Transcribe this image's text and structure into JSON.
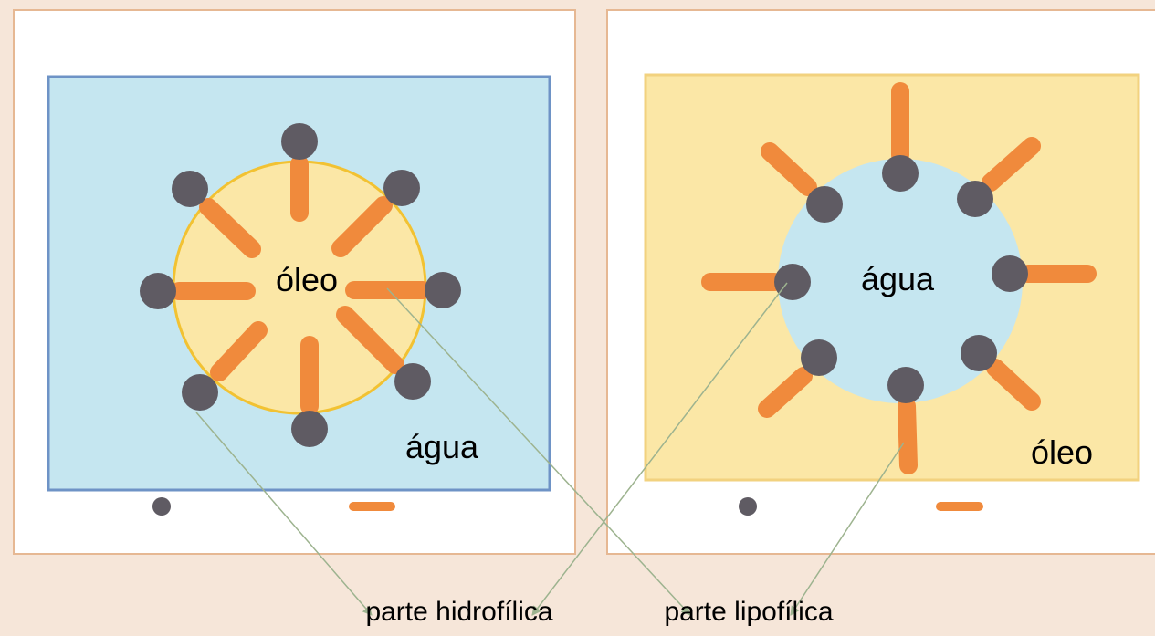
{
  "panels": [
    {
      "id": "left",
      "inner_label": "óleo",
      "outer_label": "água",
      "outer_color": "#c5e6f0",
      "inner_color": "#fbe7a6",
      "frame_color": "#6e93c6"
    },
    {
      "id": "right",
      "inner_label": "água",
      "outer_label": "óleo",
      "outer_color": "#fbe7a6",
      "inner_color": "#c5e6f0",
      "frame_color": "#f2d27f"
    }
  ],
  "callouts": {
    "hydrophilic": "parte hidrofílica",
    "lipophilic": "parte lipofílica"
  },
  "colors": {
    "background": "#f6e6d9",
    "head": "#5f5b63",
    "tail": "#f08a3c",
    "arrow": "#9db38f",
    "card_border": "#e6b893"
  }
}
